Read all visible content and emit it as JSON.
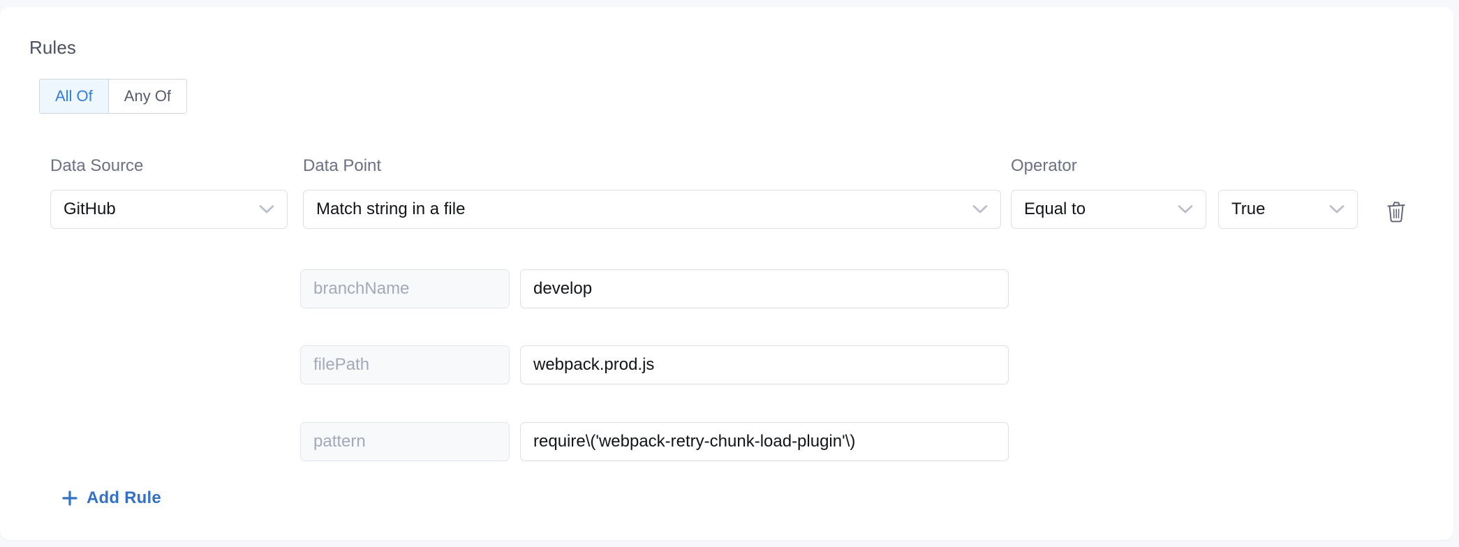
{
  "card": {
    "section_title": "Rules"
  },
  "match_toggle": {
    "options": [
      {
        "label": "All Of",
        "active": true
      },
      {
        "label": "Any Of",
        "active": false
      }
    ]
  },
  "columns": {
    "data_source_label": "Data Source",
    "data_point_label": "Data Point",
    "operator_label": "Operator"
  },
  "rule": {
    "data_source": "GitHub",
    "data_point": "Match string in a file",
    "operator": "Equal to",
    "operator_value": "True",
    "delete_icon": "trash-icon",
    "chevron_icon": "chevron-down-icon",
    "params": [
      {
        "key": "branchName",
        "value": "develop"
      },
      {
        "key": "filePath",
        "value": "webpack.prod.js"
      },
      {
        "key": "pattern",
        "value": "require\\('webpack-retry-chunk-load-plugin'\\)"
      }
    ]
  },
  "actions": {
    "add_rule_label": "Add Rule",
    "add_rule_icon": "plus-icon"
  },
  "colors": {
    "accent_blue": "#3171c7",
    "toggle_active_text": "#2f7ee0",
    "toggle_active_bg": "#eef7fd",
    "label_gray": "#6b7084",
    "placeholder_gray": "#a4a8b8",
    "page_bg": "#f7f8fc",
    "card_bg": "#ffffff",
    "border_gray": "#dcdde6",
    "icon_gray": "#5c6175"
  }
}
